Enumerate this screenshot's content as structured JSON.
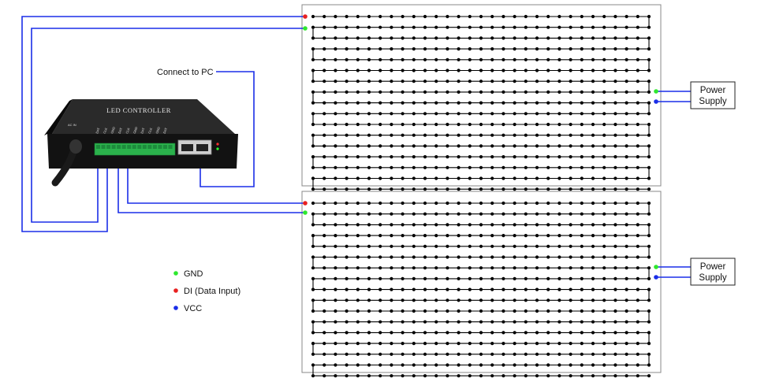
{
  "controller": {
    "title": "LED CONTROLLER",
    "ac_label": "AC IN",
    "channel_labels": [
      "DAT",
      "CLK",
      "GND",
      "DAT",
      "CLK",
      "GND",
      "DAT",
      "CLK",
      "GND",
      "DAT"
    ]
  },
  "connect_pc_label": "Connect to PC",
  "panels": [
    {
      "name": "top-panel",
      "power_supply": {
        "line1": "Power",
        "line2": "Supply"
      }
    },
    {
      "name": "bottom-panel",
      "power_supply": {
        "line1": "Power",
        "line2": "Supply"
      }
    }
  ],
  "legend": [
    {
      "label": "GND",
      "color": "#2ee82e"
    },
    {
      "label": "DI (Data Input)",
      "color": "#e82020"
    },
    {
      "label": "VCC",
      "color": "#1a2ee8"
    }
  ],
  "colors": {
    "wire": "#1a2ee8",
    "gnd": "#2ee82e",
    "di": "#e82020",
    "vcc": "#1a2ee8",
    "led": "#000000",
    "panel_border": "#888888",
    "terminal": "#2bb24c",
    "controller_body": "#111111"
  }
}
